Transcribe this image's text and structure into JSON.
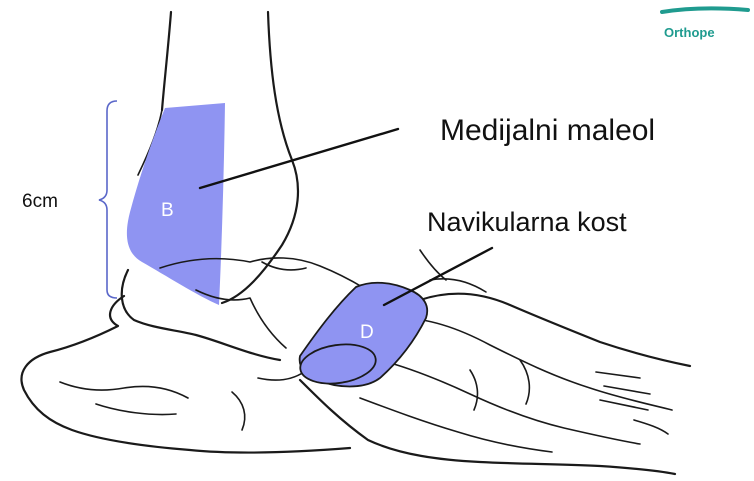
{
  "labels": {
    "measurement": "6cm",
    "medial_malleolus": "Medijalni maleol",
    "navicular_bone": "Navikularna kost"
  },
  "regions": {
    "b": "B",
    "d": "D"
  },
  "logo": {
    "word": "Orthope",
    "color": "#1f9b8f"
  },
  "colors": {
    "region_fill": "#8f94f2",
    "bracket": "#5a67c9",
    "line": "#1a1a1a"
  }
}
